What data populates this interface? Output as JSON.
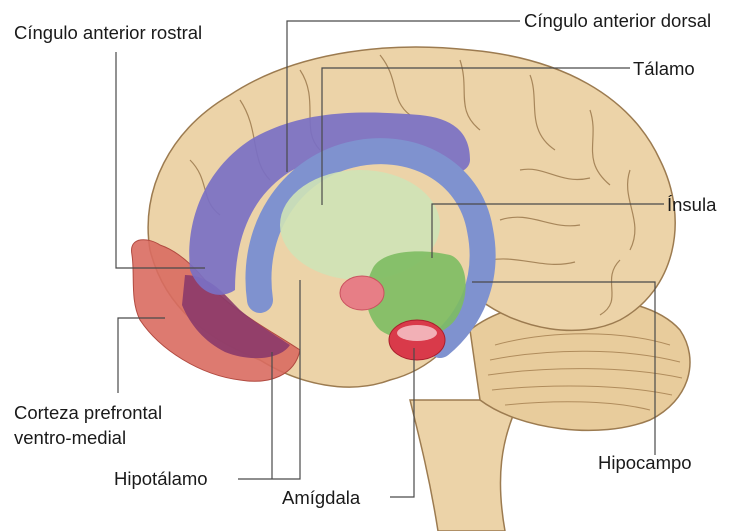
{
  "labels": {
    "cingulo_rostral": "Cíngulo anterior rostral",
    "cingulo_dorsal": "Cíngulo anterior dorsal",
    "talamo": "Tálamo",
    "insula": "Ínsula",
    "corteza_line1": "Corteza prefrontal",
    "corteza_line2": "ventro-medial",
    "hipocampo": "Hipocampo",
    "hipotalamo": "Hipotálamo",
    "amigdala": "Amígdala"
  },
  "colors": {
    "brain": "#ecd3a8",
    "brain_outline": "#9c7b50",
    "cingulate": "#7a70c4",
    "cingulate_ring": "#7f92cf",
    "thalamus": "#cfe3b6",
    "insula": "#7dbd62",
    "prefrontal": "#d96b60",
    "prefrontal_purple": "#8b3a6a",
    "amygdala": "#d93a4a",
    "hypothalamus": "#e77e86",
    "leader_line": "#4a4a4a"
  }
}
